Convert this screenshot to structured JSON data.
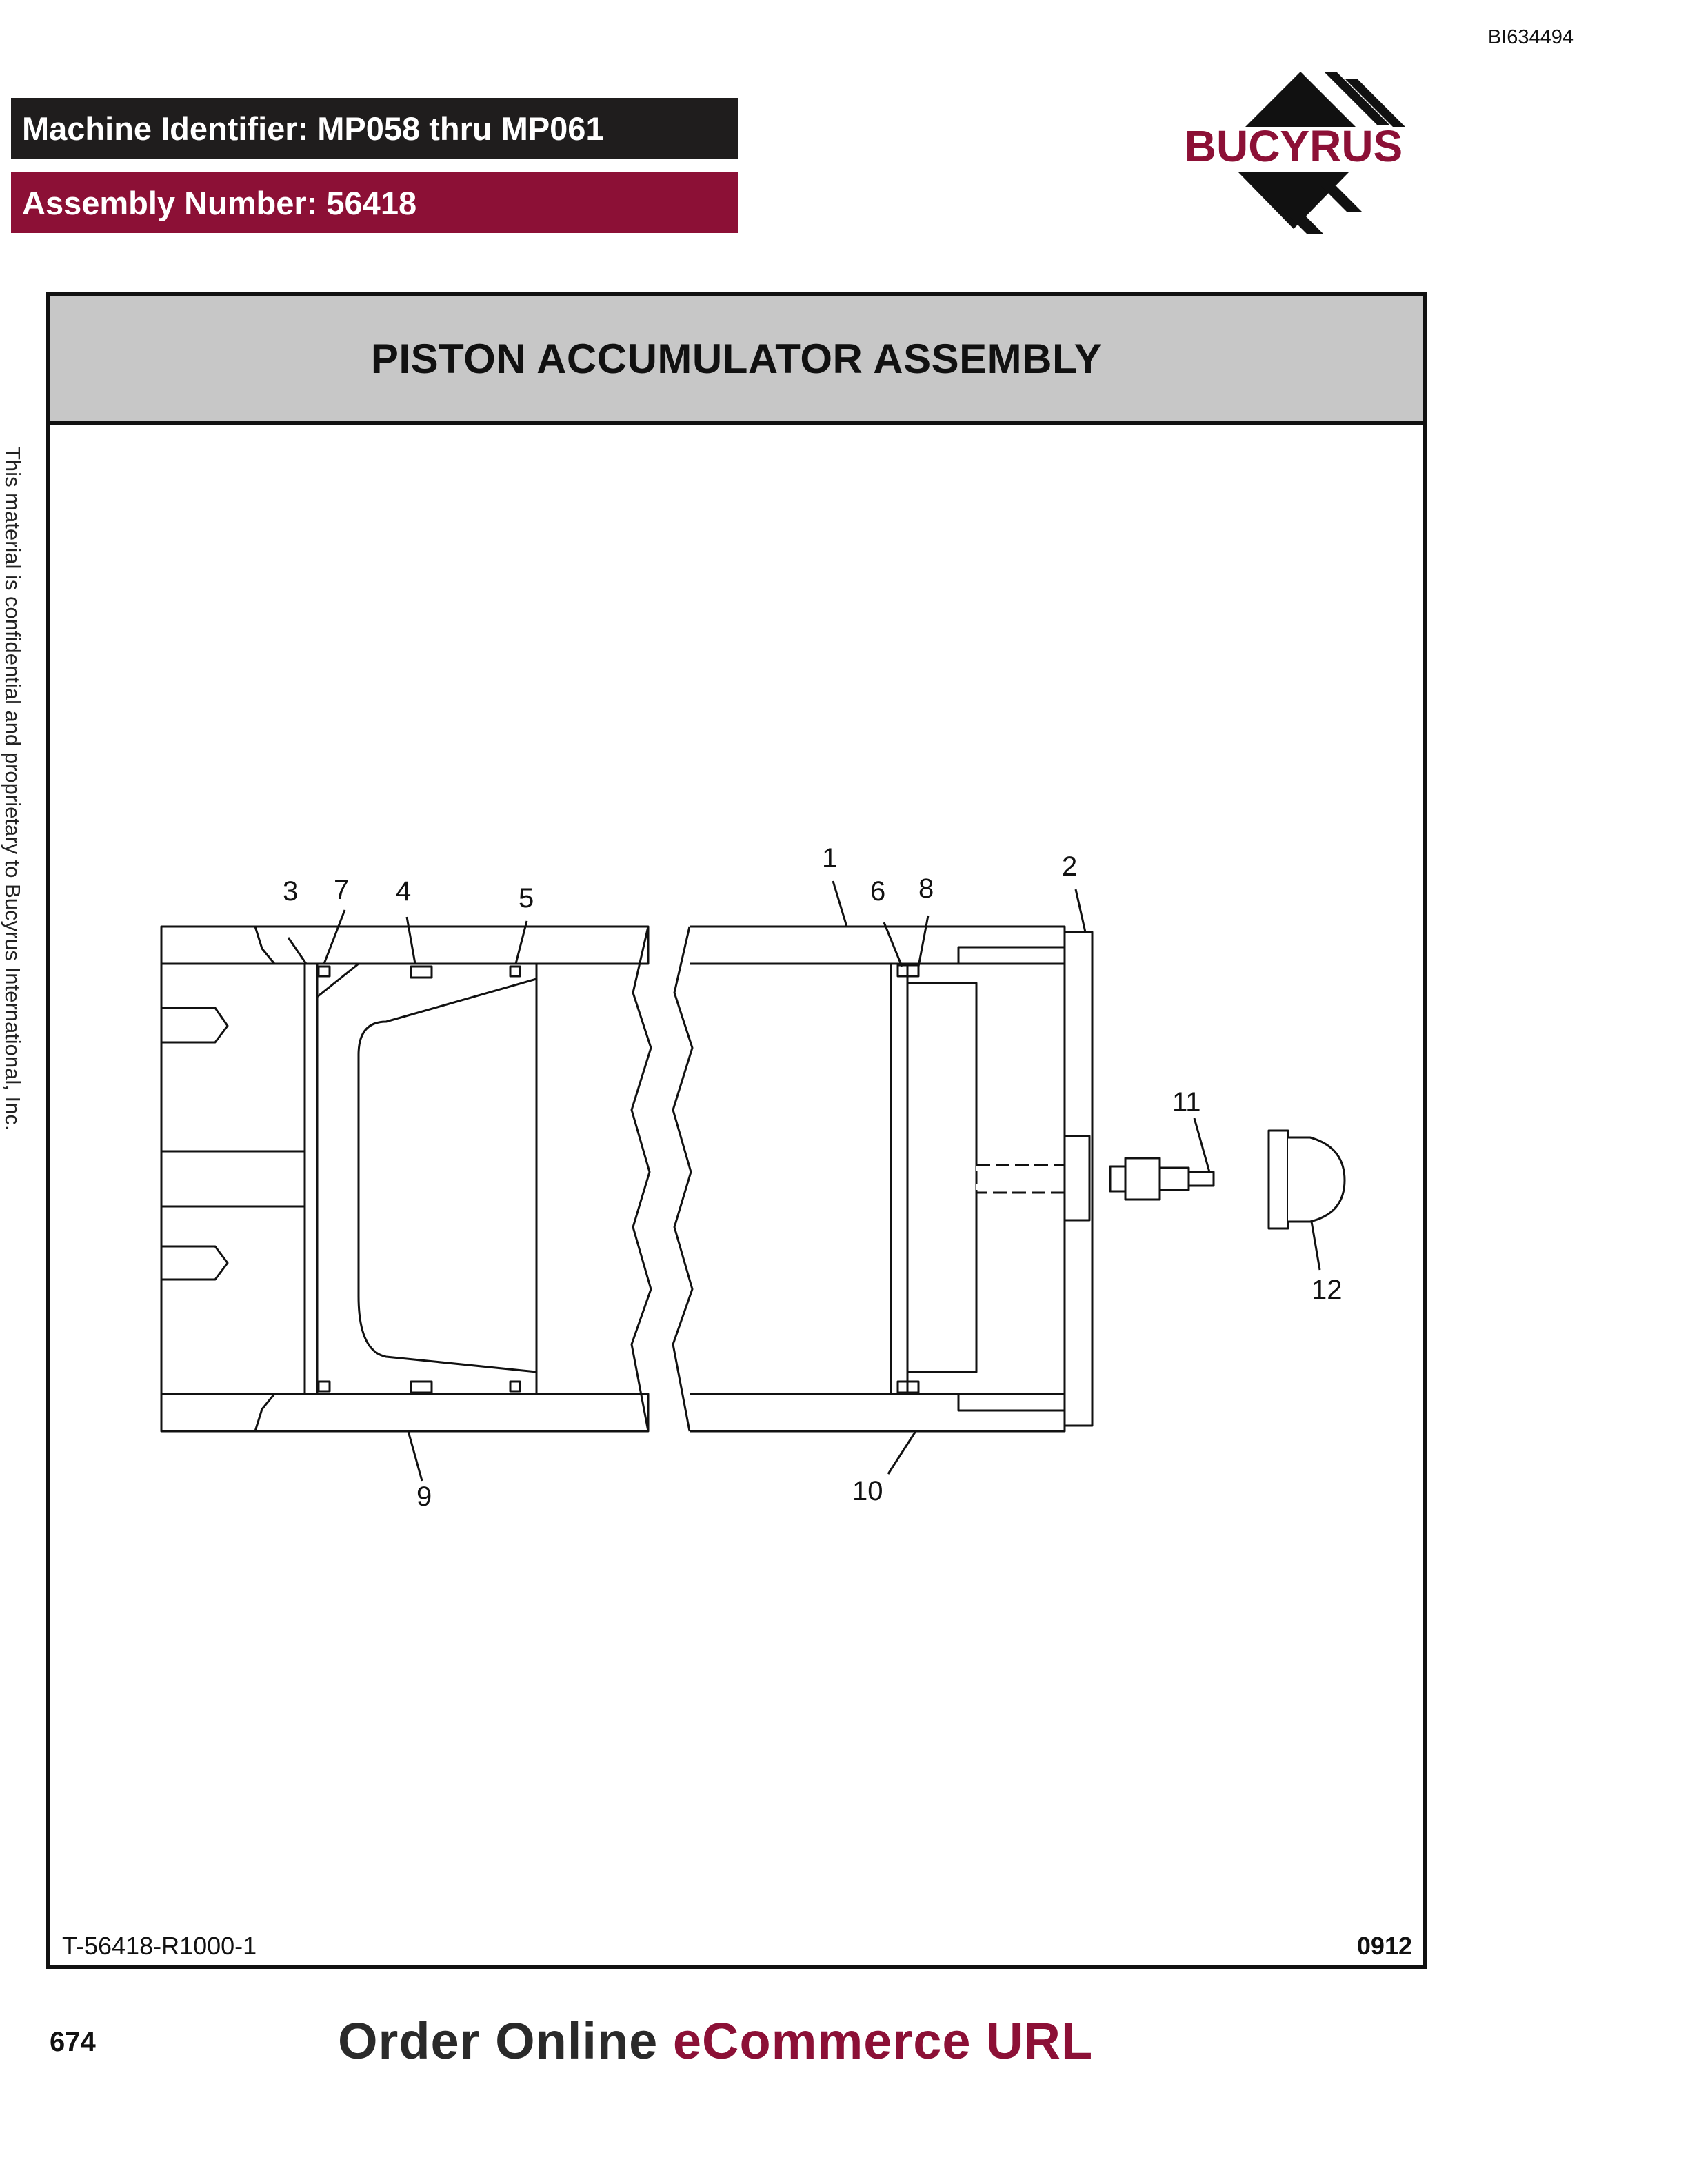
{
  "header": {
    "doc_id": "BI634494",
    "machine_identifier": "Machine Identifier: MP058 thru MP061",
    "assembly_number": "Assembly Number: 56418",
    "logo_text": "BUCYRUS"
  },
  "figure": {
    "title": "PISTON ACCUMULATOR ASSEMBLY",
    "figure_id": "T-56418-R1000-1",
    "date_code": "0912",
    "callouts": [
      "1",
      "2",
      "3",
      "4",
      "5",
      "6",
      "7",
      "8",
      "9",
      "10",
      "11",
      "12"
    ]
  },
  "side_note": "This material is confidential and proprietary to Bucyrus International, Inc.",
  "footer": {
    "page_number": "674",
    "link_part1": "Order Online ",
    "link_part2": "eCommerce URL"
  },
  "colors": {
    "machine_bar": "#1f1d1d",
    "assembly_bar": "#8c1036",
    "title_band": "#c7c7c7",
    "brand": "#8c1036"
  }
}
